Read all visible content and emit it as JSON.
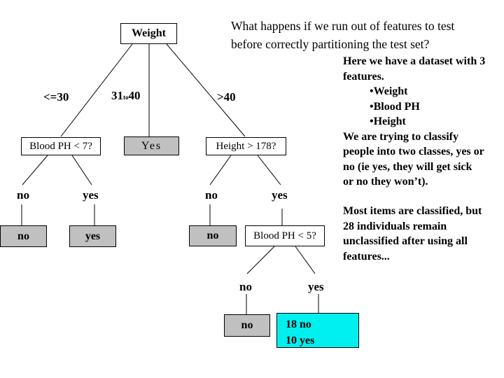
{
  "slide": {
    "title_lines": [
      "What happens if we run out of features to test",
      "before correctly partitioning the test set?"
    ]
  },
  "tree": {
    "root_label": "Weight",
    "branch_labels": {
      "left": "<=30",
      "middle_pre": "31",
      "middle_small": "to",
      "middle_post": "40",
      "right": ">40"
    },
    "nodes": {
      "blood_ph_7": "Blood PH < 7?",
      "middle_yes": "Yes",
      "height_178": "Height > 178?",
      "blood_ph_5": "Blood PH < 5?"
    },
    "left_branch": {
      "no_label": "no",
      "yes_label": "yes",
      "no_leaf": "no",
      "yes_leaf": "yes"
    },
    "right_branch": {
      "no_label": "no",
      "yes_label": "yes",
      "no_leaf": "no"
    },
    "ph5_branch": {
      "no_label": "no",
      "yes_label": "yes",
      "no_leaf": "no",
      "unclassified_line1": "18 no",
      "unclassified_line2": "10 yes"
    }
  },
  "side_text": {
    "p1_lines": [
      "Here we have a dataset with 3",
      "features."
    ],
    "bullets": [
      "•Weight",
      "•Blood PH",
      "•Height"
    ],
    "p2_lines": [
      "We are trying to classify",
      "people into two classes, yes or",
      "no (ie yes, they will get sick",
      "or no they won’t)."
    ],
    "p3_lines": [
      "Most items are classified, but",
      "28 individuals remain",
      "unclassified after using all",
      "features..."
    ]
  },
  "colors": {
    "leaf_gray": "#c0c0c0",
    "highlight_cyan": "#00f0f0",
    "line": "#000000",
    "background": "#ffffff"
  }
}
